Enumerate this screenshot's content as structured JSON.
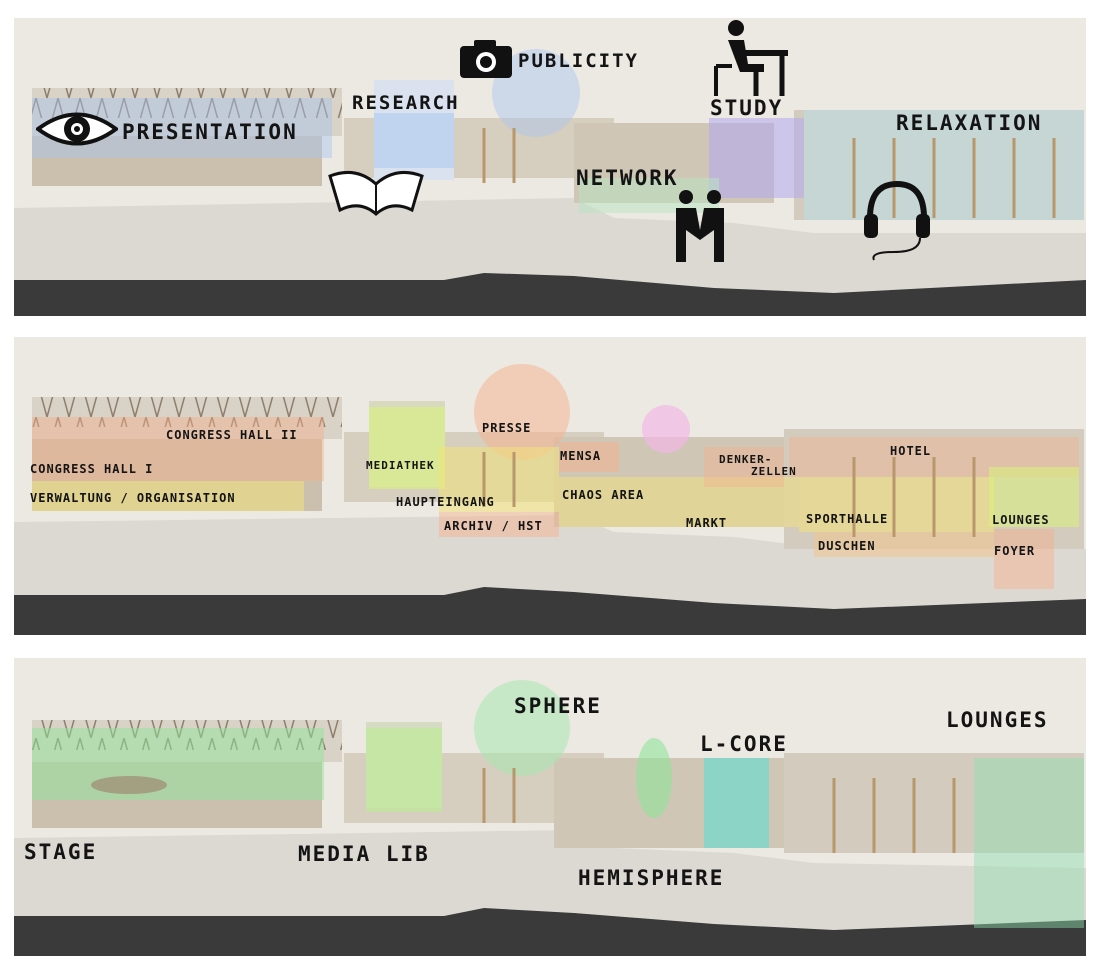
{
  "panels": [
    {
      "id": "functions",
      "labels": {
        "presentation": "PRESENTATION",
        "research": "RESEARCH",
        "publicity": "PUBLICITY",
        "study": "STUDY",
        "relaxation": "RELAXATION",
        "network": "NETWORK"
      },
      "icons": [
        "eye-icon",
        "camera-icon",
        "book-icon",
        "study-desk-icon",
        "handshake-icon",
        "headphones-icon"
      ]
    },
    {
      "id": "program",
      "labels": {
        "congress_hall_ii": "CONGRESS HALL II",
        "congress_hall_i": "CONGRESS HALL I",
        "verwaltung": "VERWALTUNG / ORGANISATION",
        "mediathek": "MEDIATHEK",
        "haupteingang": "HAUPTEINGANG",
        "archiv": "ARCHIV / HST",
        "presse": "PRESSE",
        "mensa": "MENSA",
        "chaos_area": "CHAOS AREA",
        "denker_1": "DENKER-",
        "denker_2": "ZELLEN",
        "markt": "MARKT",
        "hotel": "HOTEL",
        "sporthalle": "SPORTHALLE",
        "duschen": "DUSCHEN",
        "lounges": "LOUNGES",
        "foyer": "FOYER"
      }
    },
    {
      "id": "elements",
      "labels": {
        "stage": "STAGE",
        "media_lib": "MEDIA LIB",
        "sphere": "SPHERE",
        "hemisphere": "HEMISPHERE",
        "l_core": "L-CORE",
        "lounges": "LOUNGES"
      }
    }
  ],
  "colors": {
    "background": "#ece9e3",
    "terrain_light": "#dcd9d3",
    "terrain_dark": "#3a3a3a",
    "wood": "#c9ad85",
    "blue_tint": "#a9c6ef",
    "orange_tint": "#f6b08a",
    "yellow_tint": "#f2e27a",
    "green_tint": "#8fe59a",
    "pink_tint": "#f2b8e6",
    "cyan_tint": "#6fdccd",
    "purple_tint": "#b3a9f2"
  }
}
